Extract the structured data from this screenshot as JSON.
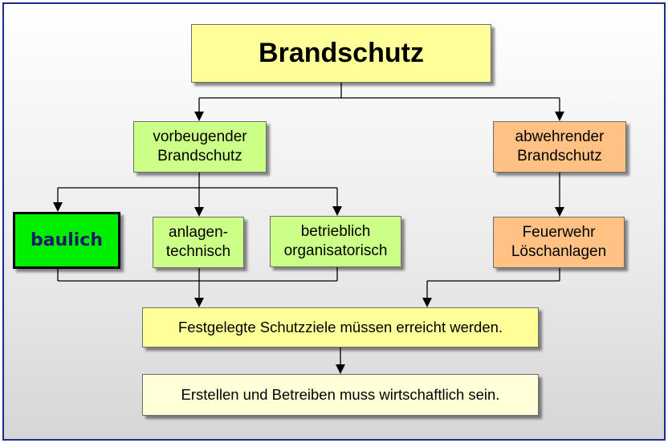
{
  "diagram": {
    "title": "Brandschutz",
    "nodes": {
      "vorbeugend": {
        "line1": "vorbeugender",
        "line2": "Brandschutz"
      },
      "abwehrend": {
        "line1": "abwehrender",
        "line2": "Brandschutz"
      },
      "baulich": {
        "label": "baulich"
      },
      "anlagentechnisch": {
        "line1": "anlagen-",
        "line2": "technisch"
      },
      "betrieblich": {
        "line1": "betrieblich",
        "line2": "organisatorisch"
      },
      "feuerwehr": {
        "line1": "Feuerwehr",
        "line2": "Löschanlagen"
      },
      "schutzziele": {
        "label": "Festgelegte Schutzziele müssen erreicht werden."
      },
      "wirtschaftlich": {
        "label": "Erstellen und Betreiben muss wirtschaftlich sein."
      }
    },
    "edges": [
      {
        "from": "Brandschutz",
        "to": "vorbeugender Brandschutz"
      },
      {
        "from": "Brandschutz",
        "to": "abwehrender Brandschutz"
      },
      {
        "from": "vorbeugender Brandschutz",
        "to": "baulich"
      },
      {
        "from": "vorbeugender Brandschutz",
        "to": "anlagen-technisch"
      },
      {
        "from": "vorbeugender Brandschutz",
        "to": "betrieblich organisatorisch"
      },
      {
        "from": "abwehrender Brandschutz",
        "to": "Feuerwehr Löschanlagen"
      },
      {
        "from": "baulich / anlagen-technisch / betrieblich organisatorisch",
        "to": "Festgelegte Schutzziele müssen erreicht werden."
      },
      {
        "from": "Feuerwehr Löschanlagen",
        "to": "Festgelegte Schutzziele müssen erreicht werden."
      },
      {
        "from": "Festgelegte Schutzziele müssen erreicht werden.",
        "to": "Erstellen und Betreiben muss wirtschaftlich sein."
      }
    ],
    "colors": {
      "title_fill": "#ffff99",
      "prevent_fill": "#ccff88",
      "defend_fill": "#ffc284",
      "baulich_fill": "#00ee00",
      "goal_fill": "#ffff99",
      "economy_fill": "#ffffd8",
      "frame_border": "#1d2b8c"
    }
  }
}
